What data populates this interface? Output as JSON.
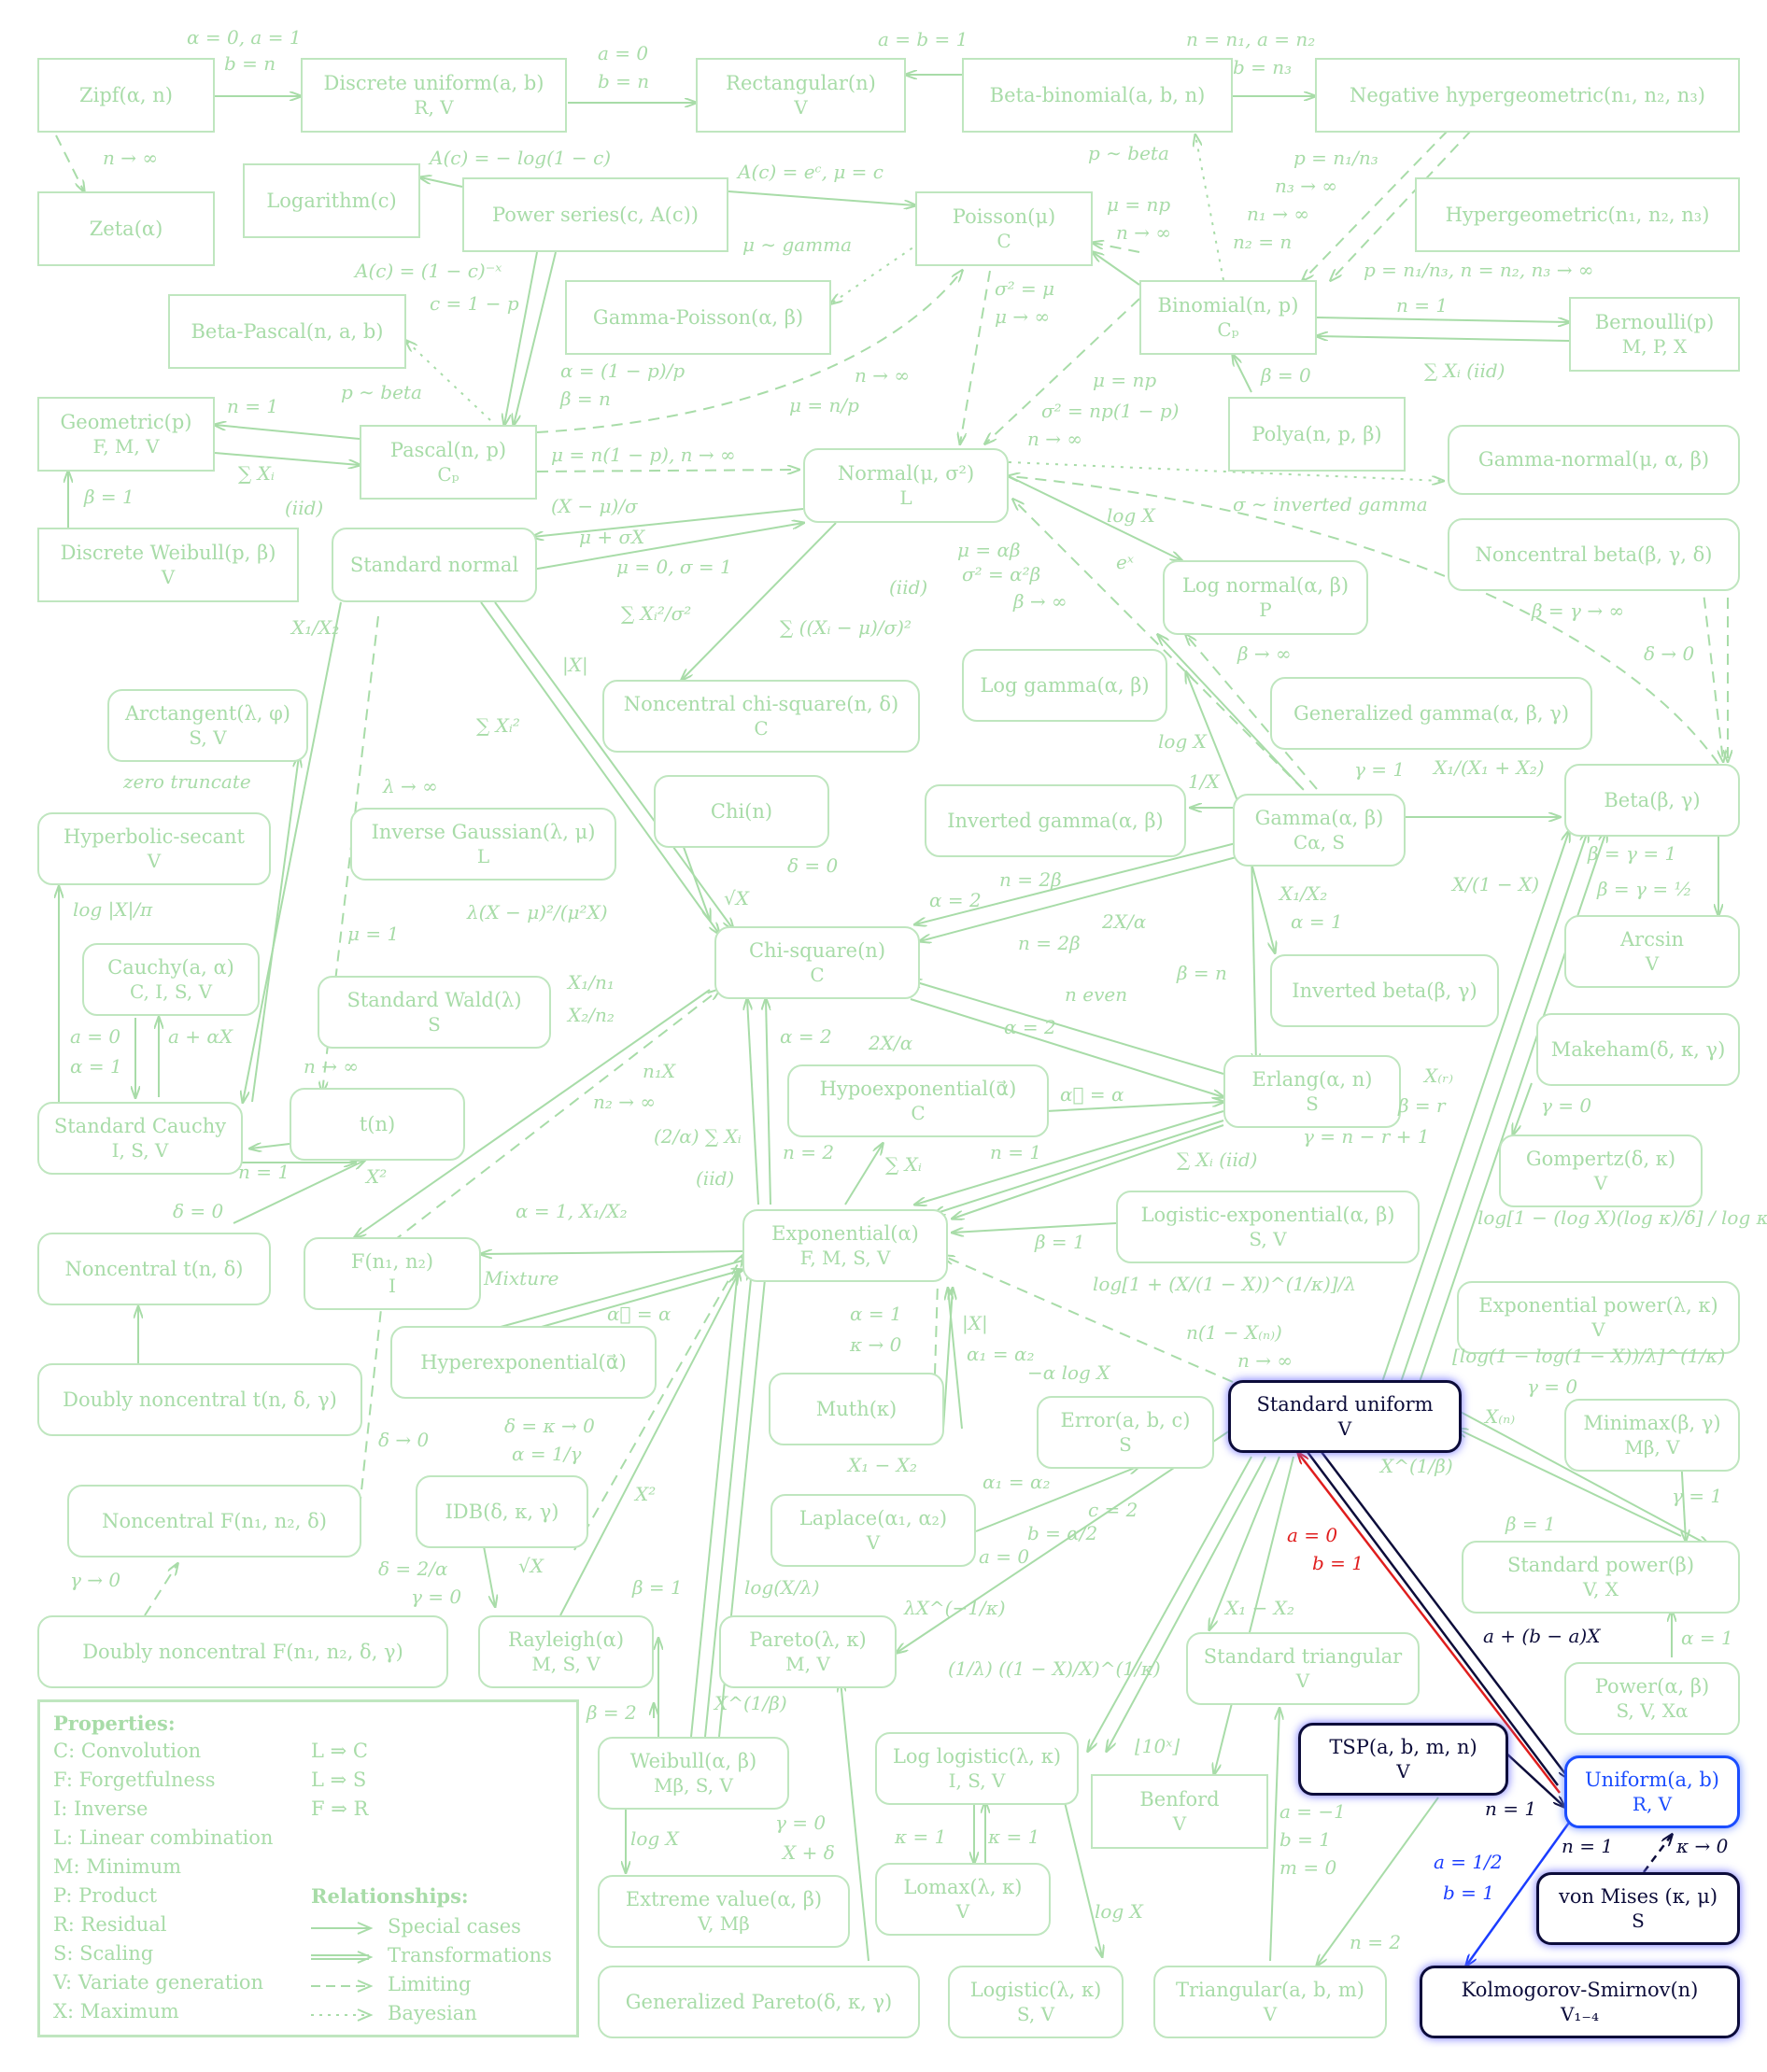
{
  "nodes": {
    "zipf": {
      "name": "Zipf(α, n)",
      "props": ""
    },
    "discrete_uniform": {
      "name": "Discrete uniform(a, b)",
      "props": "R, V"
    },
    "rectangular": {
      "name": "Rectangular(n)",
      "props": "V"
    },
    "beta_binomial": {
      "name": "Beta-binomial(a, b, n)",
      "props": ""
    },
    "neg_hypergeometric": {
      "name": "Negative hypergeometric(n₁, n₂, n₃)",
      "props": ""
    },
    "zeta": {
      "name": "Zeta(α)",
      "props": ""
    },
    "logarithm": {
      "name": "Logarithm(c)",
      "props": ""
    },
    "power_series": {
      "name": "Power series(c, A(c))",
      "props": ""
    },
    "poisson": {
      "name": "Poisson(μ)",
      "props": "C"
    },
    "hypergeometric": {
      "name": "Hypergeometric(n₁, n₂, n₃)",
      "props": ""
    },
    "beta_pascal": {
      "name": "Beta-Pascal(n, a, b)",
      "props": ""
    },
    "gamma_poisson": {
      "name": "Gamma-Poisson(α, β)",
      "props": ""
    },
    "binomial": {
      "name": "Binomial(n, p)",
      "props": "Cₚ"
    },
    "bernoulli": {
      "name": "Bernoulli(p)",
      "props": "M, P, X"
    },
    "geometric": {
      "name": "Geometric(p)",
      "props": "F, M, V"
    },
    "pascal": {
      "name": "Pascal(n, p)",
      "props": "Cₚ"
    },
    "polya": {
      "name": "Polya(n, p, β)",
      "props": ""
    },
    "gamma_normal": {
      "name": "Gamma-normal(μ, α, β)",
      "props": ""
    },
    "normal": {
      "name": "Normal(μ, σ²)",
      "props": "L"
    },
    "discrete_weibull": {
      "name": "Discrete Weibull(p, β)",
      "props": "V"
    },
    "standard_normal": {
      "name": "Standard normal",
      "props": ""
    },
    "noncentral_beta": {
      "name": "Noncentral beta(β, γ, δ)",
      "props": ""
    },
    "log_normal": {
      "name": "Log normal(α, β)",
      "props": "P"
    },
    "log_gamma": {
      "name": "Log gamma(α, β)",
      "props": ""
    },
    "generalized_gamma": {
      "name": "Generalized gamma(α, β, γ)",
      "props": ""
    },
    "noncentral_chi_square": {
      "name": "Noncentral chi-square(n, δ)",
      "props": "C"
    },
    "arctangent": {
      "name": "Arctangent(λ, φ)",
      "props": "S, V"
    },
    "chi": {
      "name": "Chi(n)",
      "props": ""
    },
    "inverted_gamma": {
      "name": "Inverted gamma(α, β)",
      "props": ""
    },
    "gamma": {
      "name": "Gamma(α, β)",
      "props": "Cα, S"
    },
    "beta": {
      "name": "Beta(β, γ)",
      "props": ""
    },
    "hyperbolic_secant": {
      "name": "Hyperbolic-secant",
      "props": "V"
    },
    "inverse_gaussian": {
      "name": "Inverse Gaussian(λ, μ)",
      "props": "L"
    },
    "arcsin": {
      "name": "Arcsin",
      "props": "V"
    },
    "cauchy": {
      "name": "Cauchy(a, α)",
      "props": "C, I, S, V"
    },
    "chi_square": {
      "name": "Chi-square(n)",
      "props": "C"
    },
    "inverted_beta": {
      "name": "Inverted beta(β, γ)",
      "props": ""
    },
    "standard_wald": {
      "name": "Standard Wald(λ)",
      "props": "S"
    },
    "makeham": {
      "name": "Makeham(δ, κ, γ)",
      "props": ""
    },
    "standard_cauchy": {
      "name": "Standard Cauchy",
      "props": "I, S, V"
    },
    "t": {
      "name": "t(n)",
      "props": ""
    },
    "hypoexponential": {
      "name": "Hypoexponential(α⃗)",
      "props": "C"
    },
    "erlang": {
      "name": "Erlang(α, n)",
      "props": "S"
    },
    "gompertz": {
      "name": "Gompertz(δ, κ)",
      "props": "V"
    },
    "noncentral_t": {
      "name": "Noncentral t(n, δ)",
      "props": ""
    },
    "f": {
      "name": "F(n₁, n₂)",
      "props": "I"
    },
    "exponential": {
      "name": "Exponential(α)",
      "props": "F, M, S, V"
    },
    "logistic_exponential": {
      "name": "Logistic-exponential(α, β)",
      "props": "S, V"
    },
    "exponential_power": {
      "name": "Exponential power(λ, κ)",
      "props": "V"
    },
    "hyperexponential": {
      "name": "Hyperexponential(α⃗)",
      "props": ""
    },
    "doubly_noncentral_t": {
      "name": "Doubly noncentral t(n, δ, γ)",
      "props": ""
    },
    "muth": {
      "name": "Muth(κ)",
      "props": ""
    },
    "error": {
      "name": "Error(a, b, c)",
      "props": "S"
    },
    "standard_uniform": {
      "name": "Standard uniform",
      "props": "V"
    },
    "minimax": {
      "name": "Minimax(β, γ)",
      "props": "Mβ, V"
    },
    "noncentral_f": {
      "name": "Noncentral F(n₁, n₂, δ)",
      "props": ""
    },
    "idb": {
      "name": "IDB(δ, κ, γ)",
      "props": ""
    },
    "laplace": {
      "name": "Laplace(α₁, α₂)",
      "props": "V"
    },
    "standard_power": {
      "name": "Standard power(β)",
      "props": "V, X"
    },
    "doubly_noncentral_f": {
      "name": "Doubly noncentral F(n₁, n₂, δ, γ)",
      "props": ""
    },
    "rayleigh": {
      "name": "Rayleigh(α)",
      "props": "M, S, V"
    },
    "pareto": {
      "name": "Pareto(λ, κ)",
      "props": "M, V"
    },
    "standard_triangular": {
      "name": "Standard triangular",
      "props": "V"
    },
    "power": {
      "name": "Power(α, β)",
      "props": "S, V, Xα"
    },
    "weibull": {
      "name": "Weibull(α, β)",
      "props": "Mβ, S, V"
    },
    "log_logistic": {
      "name": "Log logistic(λ, κ)",
      "props": "I, S, V"
    },
    "benford": {
      "name": "Benford",
      "props": "V"
    },
    "tsp": {
      "name": "TSP(a, b, m, n)",
      "props": "V"
    },
    "uniform": {
      "name": "Uniform(a, b)",
      "props": "R, V"
    },
    "extreme_value": {
      "name": "Extreme value(α, β)",
      "props": "V, Mβ"
    },
    "lomax": {
      "name": "Lomax(λ, κ)",
      "props": "V"
    },
    "von_mises": {
      "name": "von Mises (κ, μ)",
      "props": "S"
    },
    "generalized_pareto": {
      "name": "Generalized Pareto(δ, κ, γ)",
      "props": ""
    },
    "logistic": {
      "name": "Logistic(λ, κ)",
      "props": "S, V"
    },
    "triangular": {
      "name": "Triangular(a, b, m)",
      "props": "V"
    },
    "kolmogorov_smirnov": {
      "name": "Kolmogorov-Smirnov(n)",
      "props": "V₁₋₄"
    }
  },
  "labels": [
    "α = 0, a = 1",
    "b = n",
    "a = 0",
    "b = n",
    "a = b = 1",
    "n = n₁, a = n₂",
    "b = n₃",
    "n → ∞",
    "A(c) = − log(1 − c)",
    "A(c) = eᶜ, μ = c",
    "p ∼ beta",
    "p = n₁/n₃",
    "n₃ → ∞",
    "n₁ → ∞",
    "n₂ = n",
    "μ = np",
    "n → ∞",
    "μ ∼ gamma",
    "A(c) = (1 − c)⁻ˣ",
    "c = 1 − p",
    "σ² = μ",
    "μ → ∞",
    "p = n₁/n₃, n = n₂, n₃ → ∞",
    "n = 1",
    "α = (1 − p)/p",
    "β = n",
    "n → ∞",
    "μ = n/p",
    "p ∼ beta",
    "n = 1",
    "β = 0",
    "∑ Xᵢ (iid)",
    "μ = np",
    "σ² = np(1 − p)",
    "n → ∞",
    "μ = n(1 − p), n → ∞",
    "∑ Xᵢ",
    "(iid)",
    "β = 1",
    "(X − μ)/σ",
    "μ + σX",
    "σ ∼ inverted gamma",
    "log X",
    "μ = 0, σ = 1",
    "eˣ",
    "μ = αβ",
    "σ² = α²β",
    "β → ∞",
    "(iid)",
    "β = γ → ∞",
    "δ → 0",
    "∑ Xᵢ²/σ²",
    "∑ ((Xᵢ − μ)/σ)²",
    "|X|",
    "X₁/X₂",
    "β → ∞",
    "log X",
    "∑ Xᵢ²",
    "zero truncate",
    "1/X",
    "γ = 1",
    "X₁/(X₁ + X₂)",
    "λ → ∞",
    "δ = 0",
    "β = γ = 1",
    "√X",
    "α = 2",
    "n = 2β",
    "β = γ = ½",
    "log |X|/π",
    "λ(X − μ)²/(μ²X)",
    "2X/α",
    "n = 2β",
    "X/(1 − X)",
    "X₁/X₂",
    "α = 1",
    "μ = 1",
    "β = n",
    "X₁/n₁",
    "X₂/n₂",
    "n even",
    "a = 0",
    "a + αX",
    "α = 1",
    "α = 2",
    "α = 2",
    "2X/α",
    "γ = 0",
    "n₁X",
    "n₂ → ∞",
    "X₍ᵣ₎",
    "β = r",
    "n → ∞",
    "α⃗ = α",
    "γ = n − r + 1",
    "(2/α) ∑ Xᵢ",
    "(iid)",
    "n = 2",
    "n = 1",
    "∑ Xᵢ",
    "∑ Xᵢ (iid)",
    "n = 1",
    "X²",
    "δ = 0",
    "α = 1, X₁/X₂",
    "β = 1",
    "log[1 − (log X)(log κ)/δ] / log κ",
    "Mixture",
    "log[1 + (X/(1 − X))^(1/κ)]/λ",
    "n(1 − X₍ₙ₎)",
    "n → ∞",
    "α⃗ = α",
    "α = 1",
    "κ → 0",
    "|X|",
    "α₁ = α₂",
    "−α log X",
    "γ = 0",
    "[log(1 − log(1 − X))/λ]^(1/κ)",
    "X₍ₙ₎",
    "δ = κ → 0",
    "α = 1/γ",
    "X₁ − X₂",
    "α₁ = α₂",
    "X^(1/β)",
    "δ → 0",
    "X²",
    "c = 2",
    "b = α/2",
    "a = 0",
    "β = 1",
    "γ = 1",
    "√X",
    "δ = 2/α",
    "γ = 0",
    "log(X/λ)",
    "λX^(−1/κ)",
    "β = 1",
    "X₁ − X₂",
    "a + (b − a)X",
    "α = 1",
    "(1/λ) ((1 − X)/X)^(1/κ)",
    "β = 2",
    "X^(1/β)",
    "⌊10ˣ⌋",
    "n = 1",
    "n = 1",
    "κ → 0",
    "log X",
    "γ = 0",
    "X + δ",
    "κ = 1",
    "κ = 1",
    "a = −1",
    "b = 1",
    "m = 0",
    "log X",
    "n = 2",
    "γ → 0"
  ],
  "highlight_labels": {
    "red_a": "a = 0",
    "red_b": "b = 1",
    "blue_a": "a = 1/2",
    "blue_b": "b = 1"
  },
  "legend": {
    "properties_title": "Properties:",
    "properties": [
      "C: Convolution",
      "F: Forgetfulness",
      "I: Inverse",
      "L: Linear combination",
      "M: Minimum",
      "P: Product",
      "R: Residual",
      "S: Scaling",
      "V: Variate generation",
      "X: Maximum"
    ],
    "implications": [
      "L ⇒ C",
      "L ⇒ S",
      "F ⇒ R"
    ],
    "relationships_title": "Relationships:",
    "relationships": [
      "Special cases",
      "Transformations",
      "Limiting",
      "Bayesian"
    ]
  }
}
